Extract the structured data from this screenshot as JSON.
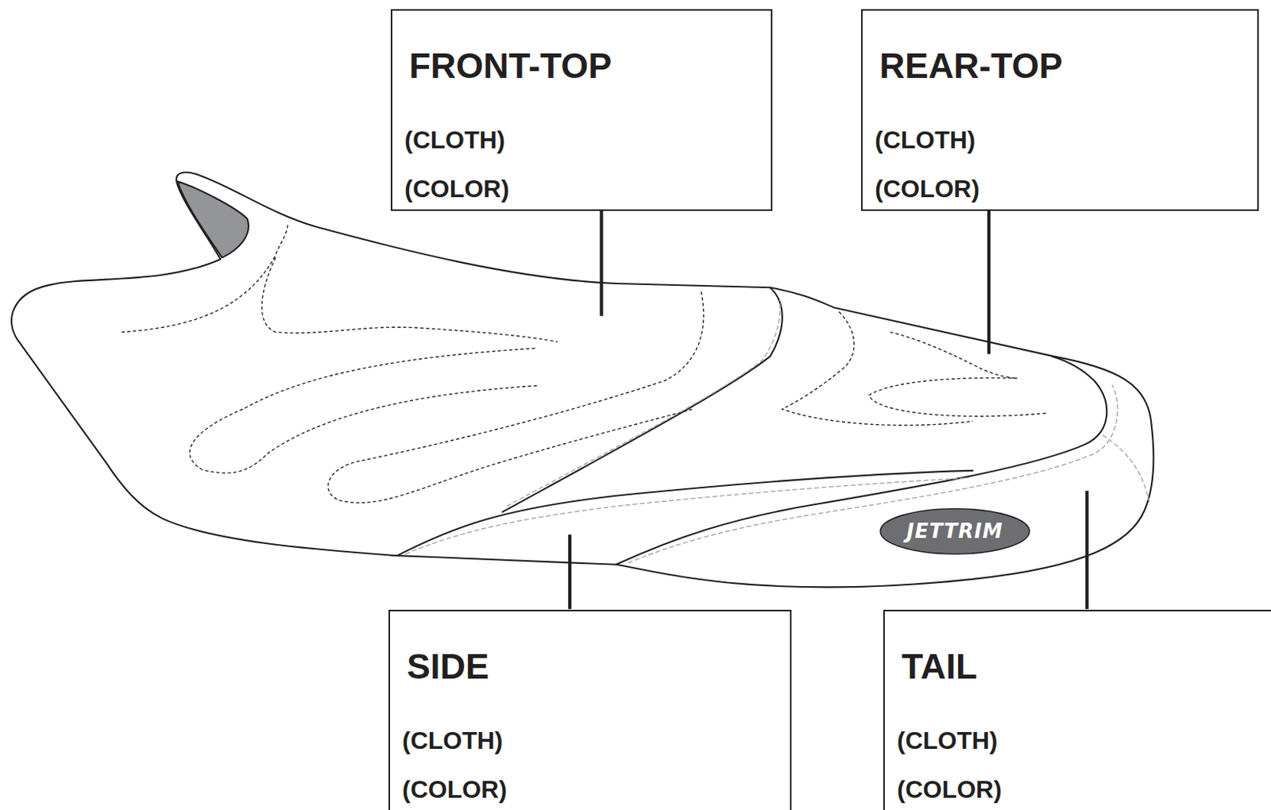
{
  "diagram": {
    "nodes": [
      {
        "text": [
          "FRONT-TOP",
          "(CLOTH)",
          "(COLOR)"
        ]
      },
      {
        "text": [
          "REAR-TOP",
          "(CLOTH)",
          "(COLOR)"
        ]
      },
      {
        "text": [
          "SIDE",
          "(CLOTH)",
          "(COLOR)"
        ]
      },
      {
        "text": [
          "TAIL",
          "(CLOTH)",
          "(COLOR)"
        ]
      }
    ],
    "labels": [
      "JETTRIM"
    ]
  }
}
